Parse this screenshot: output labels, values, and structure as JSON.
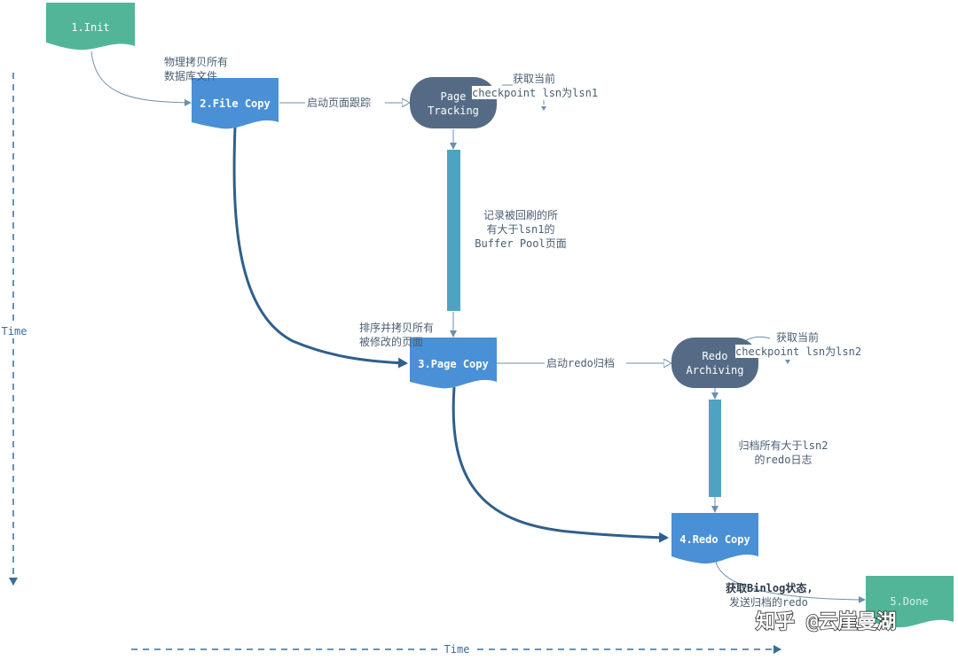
{
  "nodes": {
    "init": "1.Init",
    "file_copy": "2.File Copy",
    "page_tracking": [
      "Page",
      "Tracking"
    ],
    "page_copy": "3.Page Copy",
    "redo_archiving": [
      "Redo",
      "Archiving"
    ],
    "redo_copy": "4.Redo Copy",
    "done": "5.Done"
  },
  "notes": {
    "physical_copy": [
      "物理拷贝所有",
      "数据库文件"
    ],
    "start_page_tracking": "启动页面跟踪",
    "get_checkpoint_1": [
      "获取当前",
      "checkpoint lsn为lsn1"
    ],
    "record_flushed": [
      "记录被回刷的所",
      "有大于lsn1的",
      "Buffer Pool页面"
    ],
    "sort_copy_pages": [
      "排序并拷贝所有",
      "被修改的页面"
    ],
    "start_redo_archiving": "启动redo归档",
    "get_checkpoint_2": [
      "获取当前",
      "checkpoint lsn为lsn2"
    ],
    "archive_logs": [
      "归档所有大于lsn2",
      "的redo日志"
    ],
    "binlog_status": [
      "获取Binlog状态,",
      "发送归档的redo"
    ]
  },
  "axes": {
    "vertical": "Time",
    "horizontal": "Time"
  },
  "watermark": "知乎 @云崖曼湖",
  "colors": {
    "green": "#52b597",
    "blue": "#4a90d6",
    "slate": "#556b85",
    "teal_bar": "#4ea4c0",
    "connector": "#2f5f8a",
    "arrow_thin": "#6d8fae",
    "time_axis": "#3a6d99"
  }
}
